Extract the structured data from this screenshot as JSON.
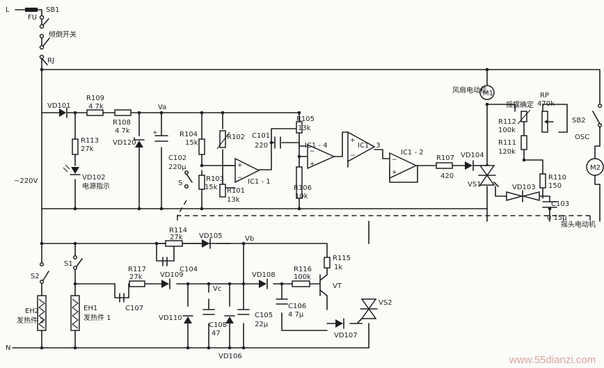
{
  "labels": {
    "L": "L",
    "N": "N",
    "FU": "FU",
    "SB1": "SB1",
    "tilt_switch": "倾倒开关",
    "RJ": "RJ",
    "VD101": "VD101",
    "R109": "R109",
    "R109_val": "4 7k",
    "R108": "R108",
    "R108_val": "4 7k",
    "Va": "Va",
    "R113": "R113",
    "R113_val": "27k",
    "VD120": "VD120",
    "VD102": "VD102",
    "power_indicator": "电源指示",
    "ac_220v": "~220V",
    "C102": "C102",
    "C102_val": "220μ",
    "R104": "R104",
    "R104_val": "15k",
    "R102": "R102",
    "R103": "R103",
    "R103_val": "15k",
    "R101": "R101",
    "R101_val": "13k",
    "C101": "C101",
    "C101_val": "220",
    "R105": "R105",
    "R105_val": "13k",
    "R106": "R106",
    "R106_val": "10k",
    "S": "S",
    "IC1_1": "IC1 - 1",
    "IC1_4": "IC1 - 4",
    "IC1_3": "IC1 - 3",
    "IC1_2": "IC1 - 2",
    "R107": "R107",
    "R107_val": "420",
    "VD104": "VD104",
    "VS1": "VS1",
    "fan_motor": "风扇电动机",
    "M1": "M1",
    "swing_setting": "摇摆确定",
    "RP": "RP",
    "RP_val": "470k",
    "R112": "R112",
    "R112_val": "100k",
    "R111": "R111",
    "R111_val": "120k",
    "R110": "R110",
    "R110_val": "150",
    "VD103": "VD103",
    "C103": "C103",
    "C103_val": "0 15μ",
    "SB2": "SB2",
    "OSC": "OSC",
    "M2": "M2",
    "head_motor": "摇头电动机",
    "R114": "R114",
    "R114_val": "27k",
    "VD105": "VD105",
    "C104": "C104",
    "Vb": "Vb",
    "R115": "R115",
    "R115_val": "1k",
    "S2": "S2",
    "S1": "S1",
    "R117": "R117",
    "R117_val": "27k",
    "VD109": "VD109",
    "C107": "C107",
    "Vc": "Vc",
    "VD108": "VD108",
    "R116": "R116",
    "R116_val": "100k",
    "VT": "VT",
    "VS2": "VS2",
    "C106": "C106",
    "C106_val": "4 7μ",
    "VD110": "VD110",
    "C108": "C108",
    "C108_val": "47",
    "C105": "C105",
    "C105_val": "22μ",
    "VD106": "VD106",
    "VD107": "VD107",
    "EH2": "EH2",
    "heater2": "发热件 2",
    "EH1": "EH1",
    "heater1": "发热件 1"
  },
  "watermark": "www.55dianzi.com"
}
